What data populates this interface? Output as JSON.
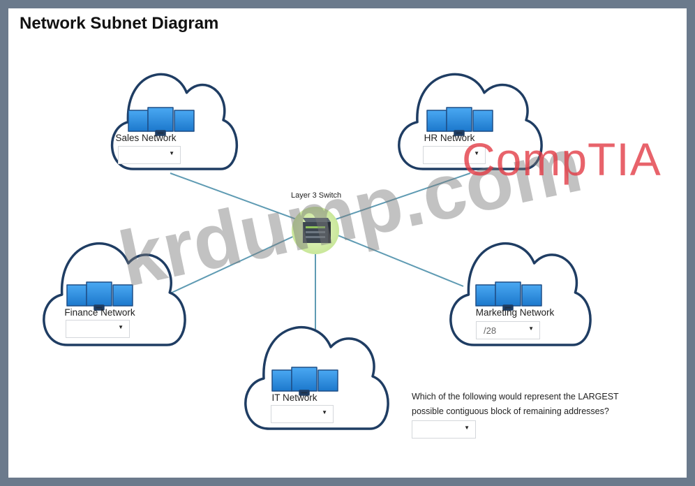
{
  "diagram": {
    "title": "Network Subnet Diagram",
    "switch": {
      "label": "Layer 3 Switch"
    },
    "networks": [
      {
        "id": "sales",
        "label": "Sales Network",
        "selected": ""
      },
      {
        "id": "hr",
        "label": "HR Network",
        "selected": ""
      },
      {
        "id": "finance",
        "label": "Finance Network",
        "selected": ""
      },
      {
        "id": "marketing",
        "label": "Marketing Network",
        "selected": "/28"
      },
      {
        "id": "it",
        "label": "IT Network",
        "selected": ""
      }
    ],
    "question": {
      "text": "Which of the following would represent the LARGEST possible contiguous block of remaining addresses?",
      "selected": ""
    }
  },
  "watermarks": {
    "vendor": "CompTIA",
    "site": "krdump.com"
  },
  "colors": {
    "cloud_stroke": "#1f3d63",
    "link_line": "#5f9bb3",
    "monitor_blue": "#2e8fe0",
    "switch_glow": "#d8eeb0"
  }
}
